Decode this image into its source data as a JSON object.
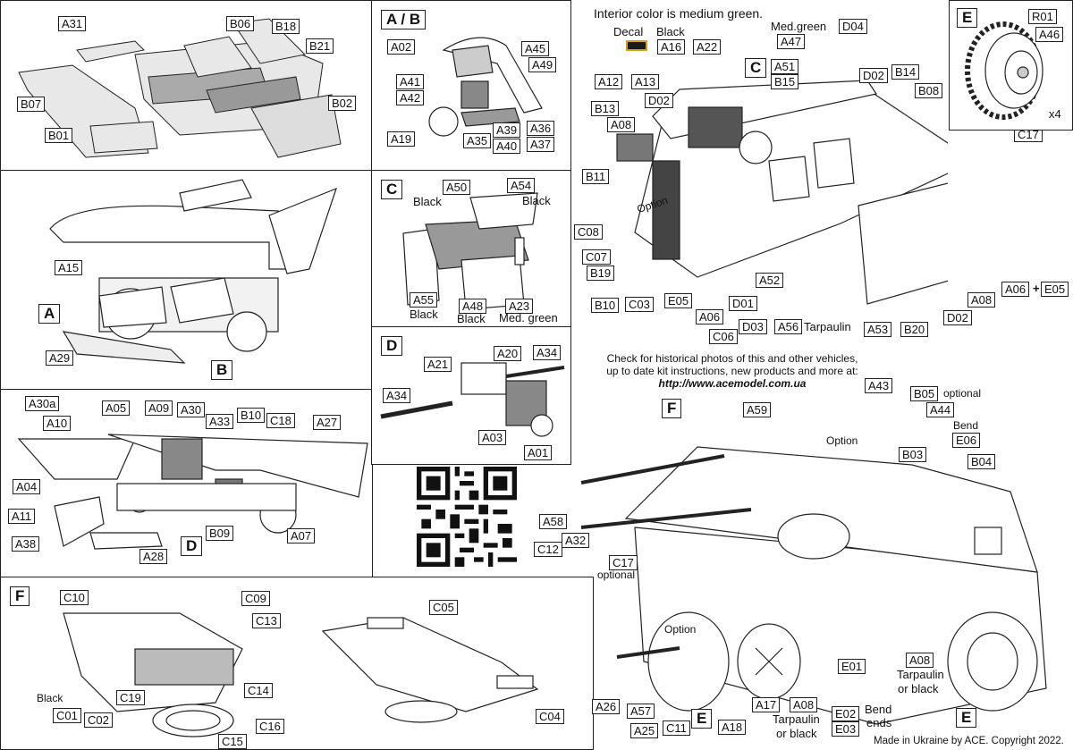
{
  "header": {
    "interior_note": "Interior color is medium green.",
    "decal_word": "Decal",
    "website_line1": "Check for historical photos of this and  other vehicles,",
    "website_line2": "up to date kit instructions, new products and more at:",
    "website_url": "http://www.acemodel.com.ua",
    "copyright": "Made in Ukraine by ACE. Copyright 2022."
  },
  "badges": {
    "A": "A",
    "B": "B",
    "C": "C",
    "D": "D",
    "E": "E",
    "F": "F",
    "AB": "A / B"
  },
  "notes": {
    "black": "Black",
    "med_green": "Med. green",
    "med_green2": "Med.green",
    "tarpaulin": "Tarpaulin",
    "option": "Option",
    "optional": "optional",
    "bend": "Bend",
    "bend_ends_1": "Bend",
    "bend_ends_2": "ends",
    "tarp_or_black_1": "Tarpaulin",
    "tarp_or_black_2": "or black",
    "x4": "x4",
    "plus": "+"
  },
  "labels": {
    "p1": [
      "A31",
      "B06",
      "B18",
      "B21",
      "B07",
      "B01",
      "B02"
    ],
    "p2": [
      "A15",
      "A29"
    ],
    "p3": [
      "A30a",
      "A10",
      "A05",
      "A09",
      "A30",
      "A33",
      "B10",
      "C18",
      "A27",
      "A04",
      "A11",
      "A38",
      "A28",
      "B09",
      "A07"
    ],
    "pAB": [
      "A02",
      "A45",
      "A49",
      "A41",
      "A42",
      "A19",
      "A35",
      "A39",
      "A36",
      "A40",
      "A37"
    ],
    "pC": [
      "A50",
      "A54",
      "A55",
      "A48",
      "A23"
    ],
    "pD": [
      "A20",
      "A34",
      "A21",
      "A34",
      "A03",
      "A01"
    ],
    "pF": [
      "C10",
      "C09",
      "C13",
      "C14",
      "C16",
      "C15",
      "C19",
      "C02",
      "C01",
      "C05",
      "C04"
    ],
    "pMain": [
      "A16",
      "A22",
      "D04",
      "A47",
      "A51",
      "B15",
      "D02",
      "B14",
      "B08",
      "A12",
      "A13",
      "D02",
      "B13",
      "A08",
      "C17",
      "B11",
      "C08",
      "C07",
      "B19",
      "B10",
      "C03",
      "E05",
      "A06",
      "D01",
      "A52",
      "D03",
      "A56",
      "A53",
      "B20",
      "D02",
      "A08",
      "A06",
      "E05",
      "C06"
    ],
    "pE": [
      "R01",
      "A46"
    ],
    "pLower": [
      "A43",
      "B05",
      "A44",
      "E06",
      "A59",
      "B03",
      "B04",
      "A58",
      "A32",
      "C12",
      "C17",
      "A26",
      "A57",
      "A25",
      "C11",
      "A18",
      "A17",
      "A08",
      "E01",
      "E02",
      "E03",
      "A08"
    ]
  }
}
